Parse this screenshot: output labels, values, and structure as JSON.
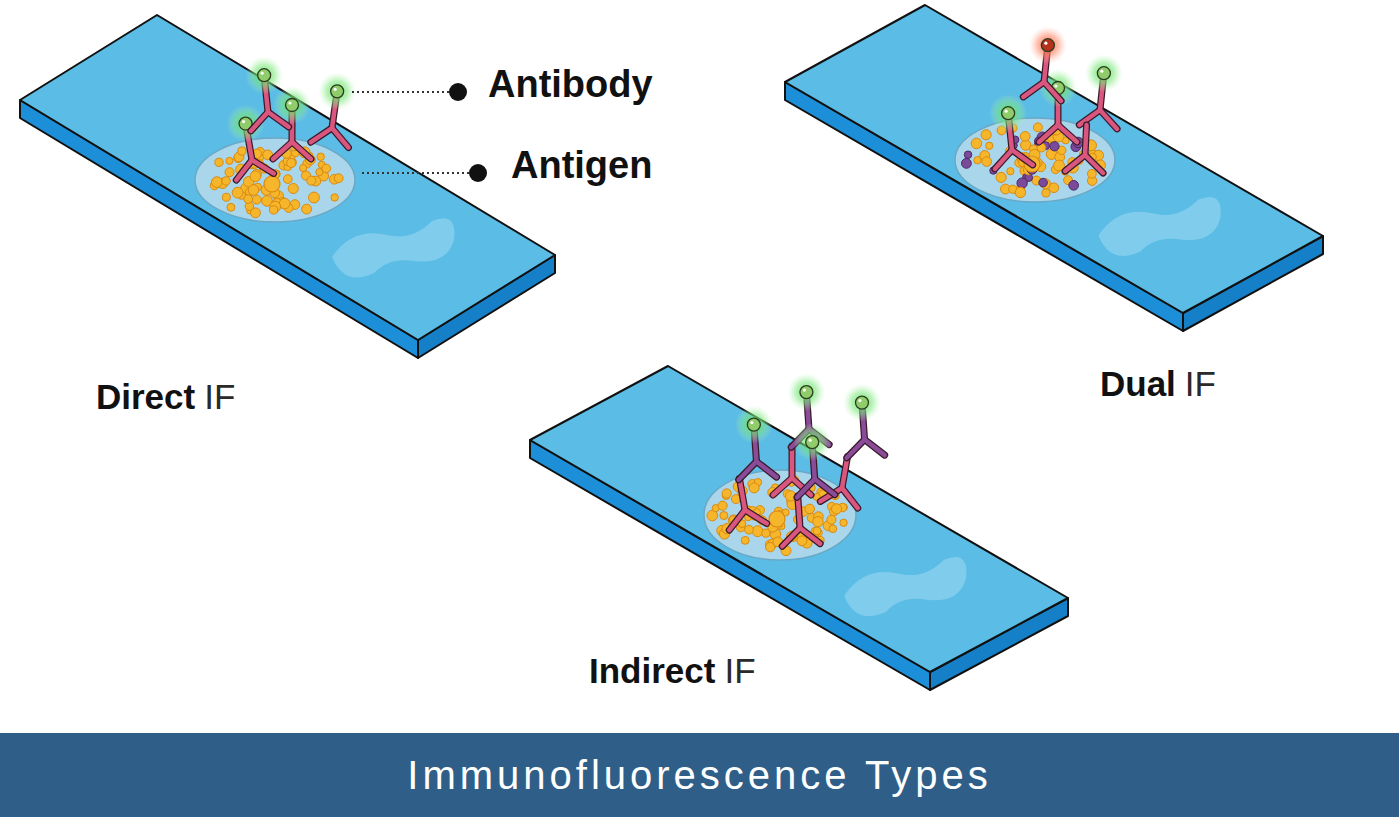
{
  "diagram": {
    "title": "Immunofluorescence Types",
    "labels": [
      "Antibody",
      "Antigen",
      "Direct",
      "IF",
      "Dual",
      "IF",
      "Indirect",
      "IF"
    ]
  }
}
